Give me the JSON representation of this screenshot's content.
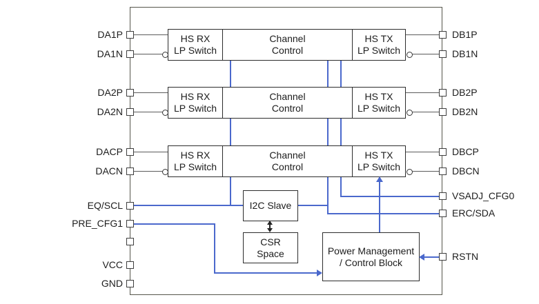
{
  "colors": {
    "accent_blue": "#4a68cc",
    "wire_gray": "#5a5a5a",
    "border_dark": "#2b2b2b",
    "outline_gray": "#54544a"
  },
  "rows": [
    {
      "rx_line1": "HS RX",
      "rx_line2": "LP Switch",
      "cc_line1": "Channel",
      "cc_line2": "Control",
      "tx_line1": "HS TX",
      "tx_line2": "LP Switch"
    },
    {
      "rx_line1": "HS RX",
      "rx_line2": "LP Switch",
      "cc_line1": "Channel",
      "cc_line2": "Control",
      "tx_line1": "HS TX",
      "tx_line2": "LP Switch"
    },
    {
      "rx_line1": "HS RX",
      "rx_line2": "LP Switch",
      "cc_line1": "Channel",
      "cc_line2": "Control",
      "tx_line1": "HS TX",
      "tx_line2": "LP Switch"
    }
  ],
  "blocks": {
    "i2c_slave": "I2C Slave",
    "csr_line1": "CSR",
    "csr_line2": "Space",
    "pm_line1": "Power Management",
    "pm_line2": "/ Control Block"
  },
  "pins": {
    "left": [
      {
        "label": "DA1P"
      },
      {
        "label": "DA1N"
      },
      {
        "label": "DA2P"
      },
      {
        "label": "DA2N"
      },
      {
        "label": "DACP"
      },
      {
        "label": "DACN"
      },
      {
        "label": "EQ/SCL"
      },
      {
        "label": "PRE_CFG1"
      },
      {
        "label": ""
      },
      {
        "label": "VCC"
      },
      {
        "label": "GND"
      }
    ],
    "right": [
      {
        "label": "DB1P"
      },
      {
        "label": "DB1N"
      },
      {
        "label": "DB2P"
      },
      {
        "label": "DB2N"
      },
      {
        "label": "DBCP"
      },
      {
        "label": "DBCN"
      },
      {
        "label": "VSADJ_CFG0"
      },
      {
        "label": "ERC/SDA"
      },
      {
        "label": "RSTN"
      }
    ]
  }
}
